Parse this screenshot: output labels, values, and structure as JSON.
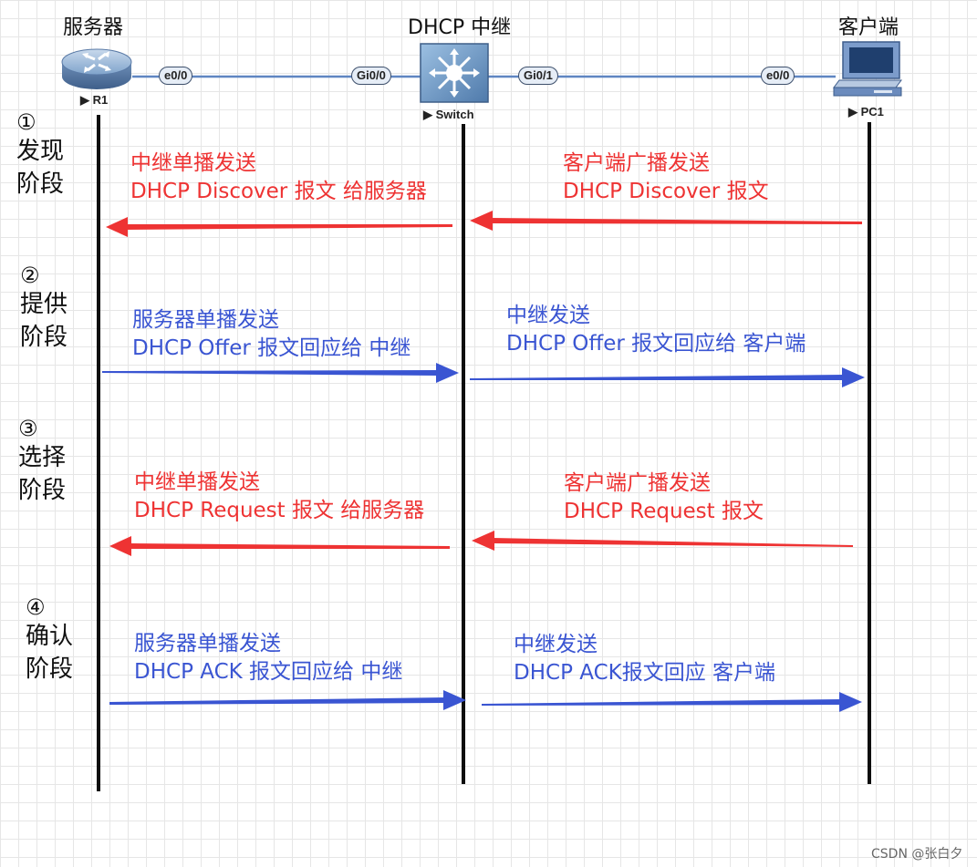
{
  "devices": {
    "server": {
      "title": "服务器",
      "name": "R1",
      "port": "e0/0"
    },
    "relay": {
      "title": "DHCP 中继",
      "name": "Switch",
      "port_left": "Gi0/0",
      "port_right": "Gi0/1"
    },
    "client": {
      "title": "客户端",
      "name": "PC1",
      "port": "e0/0"
    }
  },
  "stages": [
    {
      "num": "①",
      "line1": "发现",
      "line2": "阶段"
    },
    {
      "num": "②",
      "line1": "提供",
      "line2": "阶段"
    },
    {
      "num": "③",
      "line1": "选择",
      "line2": "阶段"
    },
    {
      "num": "④",
      "line1": "确认",
      "line2": "阶段"
    }
  ],
  "messages": {
    "discover_relay": {
      "line1": "中继单播发送",
      "line2": "DHCP Discover 报文 给服务器"
    },
    "discover_client": {
      "line1": "客户端广播发送",
      "line2": "DHCP Discover 报文"
    },
    "offer_server": {
      "line1": "服务器单播发送",
      "line2": "DHCP Offer 报文回应给 中继"
    },
    "offer_relay": {
      "line1": "中继发送",
      "line2": "DHCP Offer 报文回应给 客户端"
    },
    "request_relay": {
      "line1": "中继单播发送",
      "line2": "DHCP Request 报文 给服务器"
    },
    "request_client": {
      "line1": "客户端广播发送",
      "line2": "DHCP Request 报文"
    },
    "ack_server": {
      "line1": "服务器单播发送",
      "line2": "DHCP ACK 报文回应给 中继"
    },
    "ack_relay": {
      "line1": "中继发送",
      "line2": "DHCP ACK报文回应 客户端"
    }
  },
  "colors": {
    "request": "#ee3333",
    "response": "#3a55d2",
    "lifeline": "#0d0d0d"
  },
  "icons": {
    "server": "router-icon",
    "relay": "switch-icon",
    "client": "pc-icon"
  },
  "watermark": "CSDN @张白夕"
}
